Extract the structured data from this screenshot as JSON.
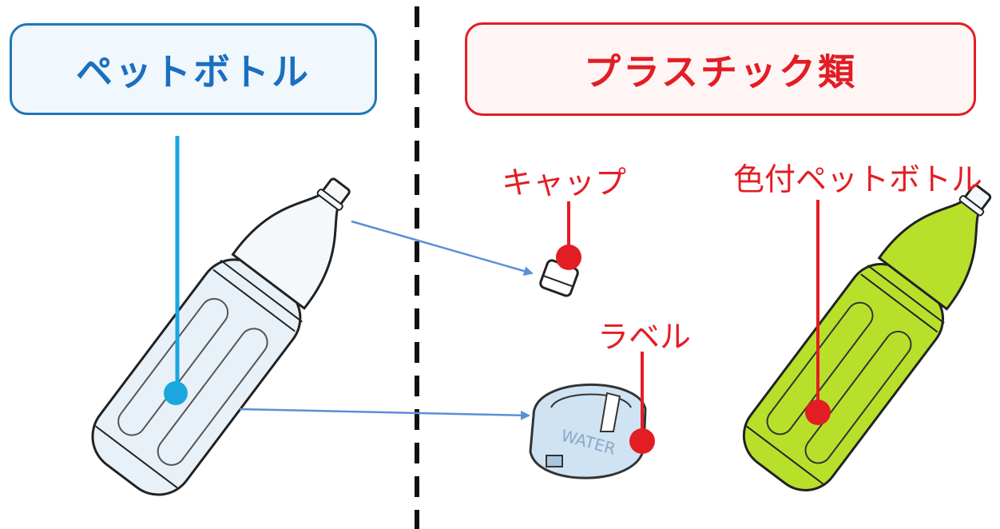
{
  "pet_bottle_heading": "ペットボトル",
  "plastic_heading": "プラスチック類",
  "labels": {
    "cap": "キャップ",
    "label": "ラベル",
    "colored_pet_bottle": "色付ペットボトル"
  },
  "colors": {
    "blue_border": "#1f77b4",
    "blue_text": "#1a6fc0",
    "cyan_line": "#1aa7e0",
    "red": "#e31d24",
    "arrow": "#5b8fd6",
    "green_bottle": "#b8e02a",
    "clear_bottle": "#eaf2f8"
  }
}
